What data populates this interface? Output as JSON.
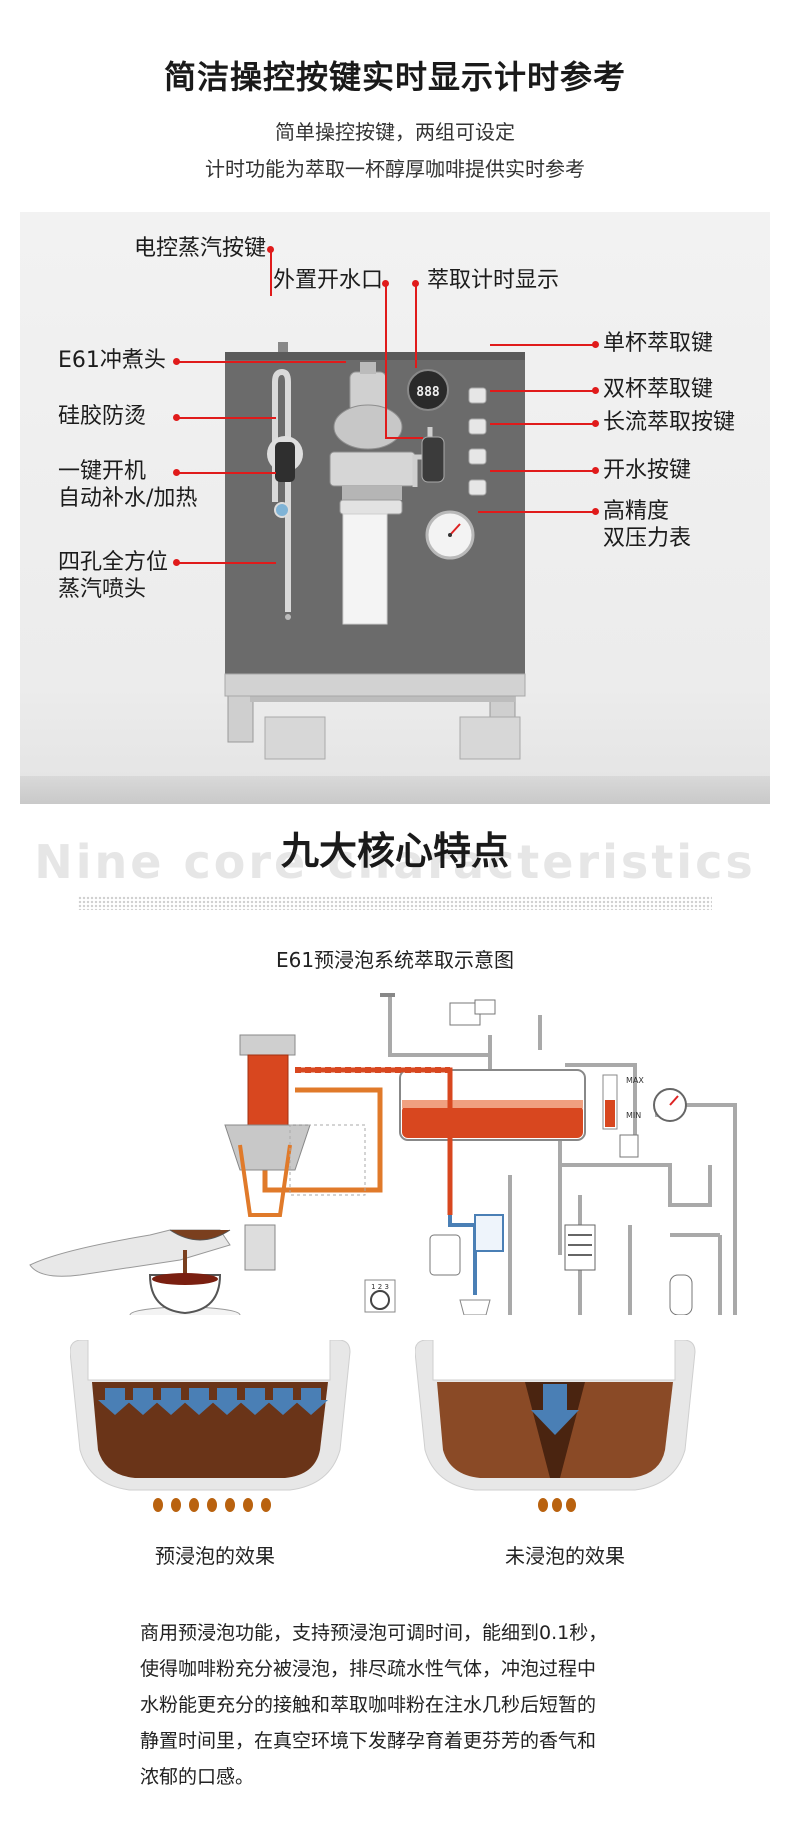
{
  "header": {
    "title": "简洁操控按键实时显示计时参考",
    "subtitle_line1": "简单操控按键，两组可设定",
    "subtitle_line2": "计时功能为萃取一杯醇厚咖啡提供实时参考"
  },
  "machine": {
    "display_text": "888",
    "callouts": {
      "steam_button": "电控蒸汽按键",
      "hot_water_outlet": "外置开水口",
      "timer_display": "萃取计时显示",
      "e61_head": "E61冲煮头",
      "silicone_guard": "硅胶防烫",
      "one_key_line1": "一键开机",
      "one_key_line2": "自动补水/加热",
      "steam_wand_line1": "四孔全方位",
      "steam_wand_line2": "蒸汽喷头",
      "single_cup": "单杯萃取键",
      "double_cup": "双杯萃取键",
      "long_flow": "长流萃取按键",
      "hot_water_button": "开水按键",
      "gauge_line1": "高精度",
      "gauge_line2": "双压力表"
    }
  },
  "features": {
    "title": "九大核心特点",
    "ghost_title": "Nine core characteristics"
  },
  "diagram": {
    "title": "E61预浸泡系统萃取示意图",
    "max_label": "MAX",
    "min_label": "MIN",
    "dial_numbers": "1 2 3"
  },
  "comparison": {
    "left_caption": "预浸泡的效果",
    "right_caption": "未浸泡的效果"
  },
  "description": {
    "line1": "商用预浸泡功能，支持预浸泡可调时间，能细到0.1秒，",
    "line2": "使得咖啡粉充分被浸泡，排尽疏水性气体，冲泡过程中",
    "line3": "水粉能更充分的接触和萃取咖啡粉在注水几秒后短暂的",
    "line4": "静置时间里，在真空环境下发酵孕育着更芬芳的香气和",
    "line5": "浓郁的口感。"
  },
  "colors": {
    "accent_red": "#e01b1b",
    "machine_body": "#6a6a6a",
    "water_blue": "#4a7fb5",
    "heat_orange": "#e07a2a",
    "coffee_brown": "#7a3f1e"
  }
}
